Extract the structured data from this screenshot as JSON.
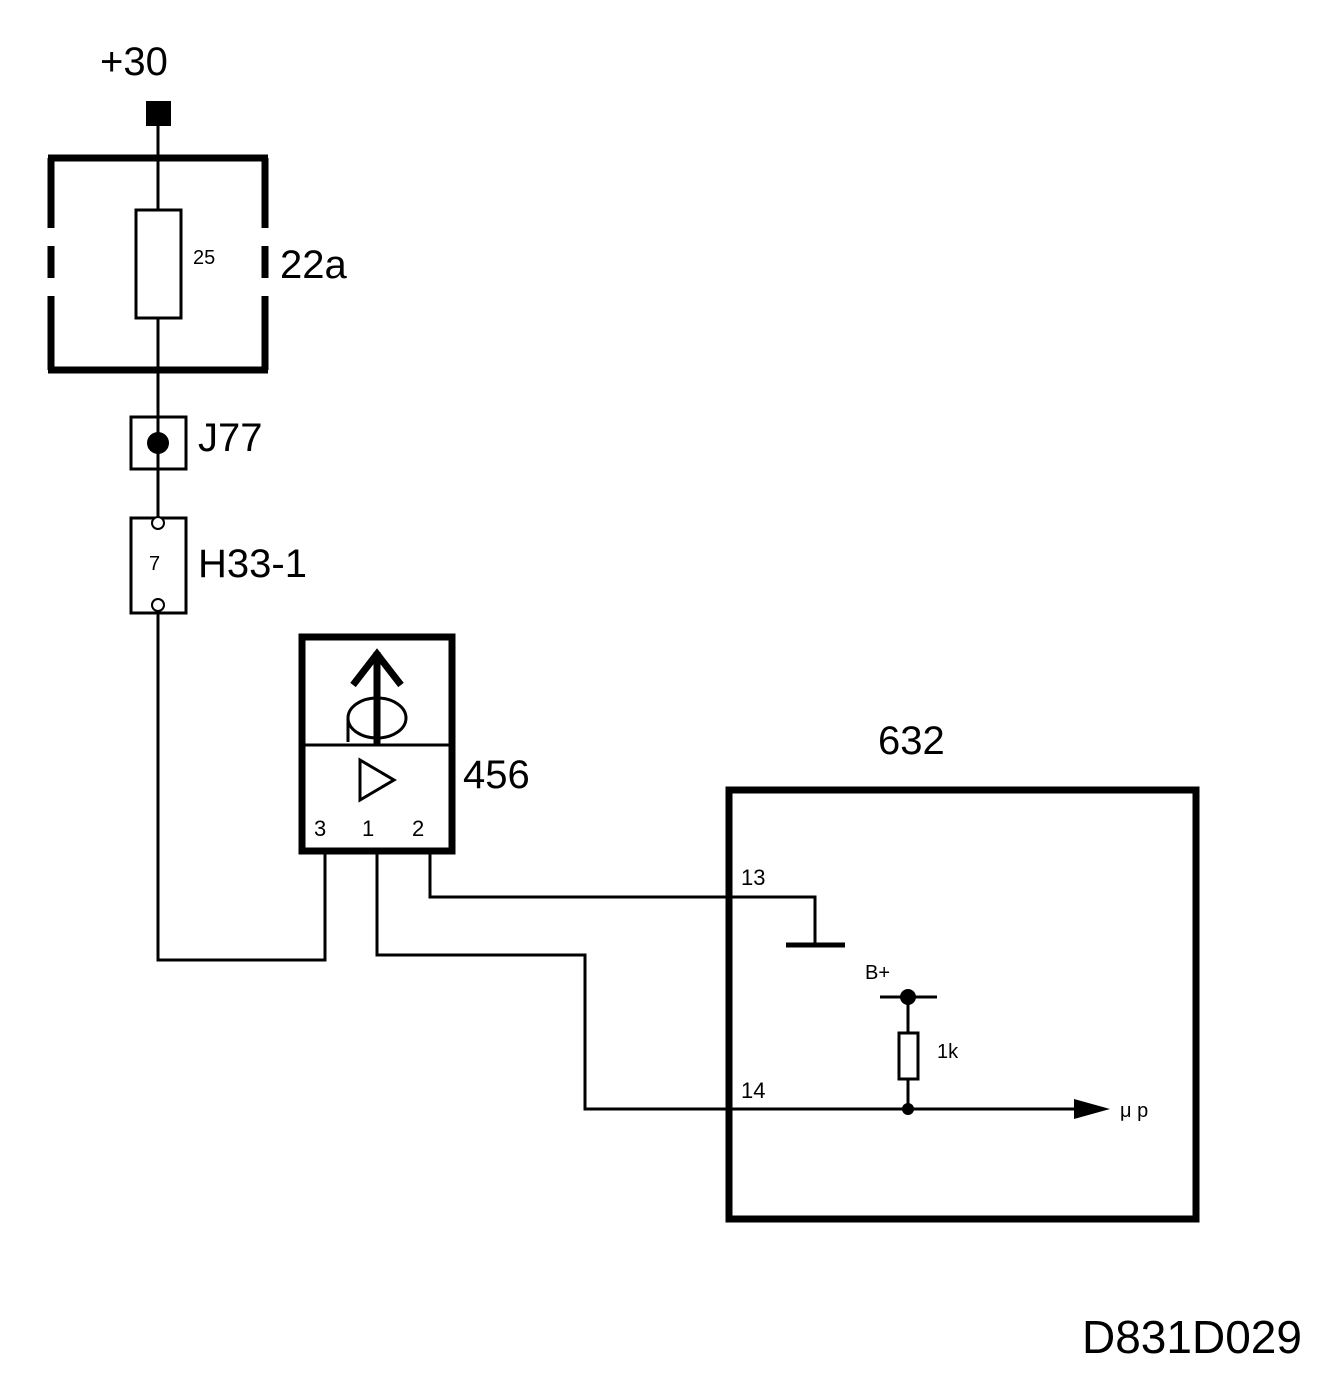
{
  "diagram": {
    "supply": {
      "label": "+30"
    },
    "fuse_box": {
      "label": "22a",
      "fuse_value": "25"
    },
    "junction": {
      "label": "J77"
    },
    "connector": {
      "label": "H33-1",
      "pin": "7"
    },
    "sensor": {
      "label": "456",
      "pins": {
        "p3": "3",
        "p1": "1",
        "p2": "2"
      }
    },
    "control_unit": {
      "label": "632",
      "pins": {
        "p13": "13",
        "p14": "14"
      },
      "supply_label": "B+",
      "resistor_label": "1k",
      "output_label": "μ p"
    },
    "doc_id": "D831D029"
  }
}
